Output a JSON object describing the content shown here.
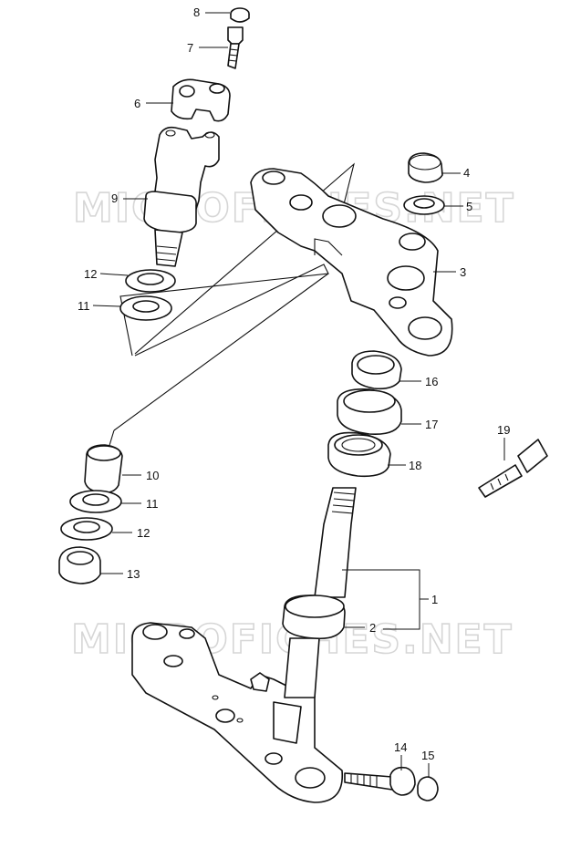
{
  "diagram": {
    "watermark_top": "MICROFICHES.NET",
    "watermark_bottom": "MICROFICHES.NET",
    "callouts": [
      {
        "id": "c8",
        "text": "8"
      },
      {
        "id": "c7",
        "text": "7"
      },
      {
        "id": "c6",
        "text": "6"
      },
      {
        "id": "c9",
        "text": "9"
      },
      {
        "id": "c12a",
        "text": "12"
      },
      {
        "id": "c11a",
        "text": "11"
      },
      {
        "id": "c4",
        "text": "4"
      },
      {
        "id": "c5",
        "text": "5"
      },
      {
        "id": "c3",
        "text": "3"
      },
      {
        "id": "c16",
        "text": "16"
      },
      {
        "id": "c17",
        "text": "17"
      },
      {
        "id": "c18",
        "text": "18"
      },
      {
        "id": "c19",
        "text": "19"
      },
      {
        "id": "c10",
        "text": "10"
      },
      {
        "id": "c11b",
        "text": "11"
      },
      {
        "id": "c12b",
        "text": "12"
      },
      {
        "id": "c13",
        "text": "13"
      },
      {
        "id": "c1",
        "text": "1"
      },
      {
        "id": "c2",
        "text": "2"
      },
      {
        "id": "c14",
        "text": "14"
      },
      {
        "id": "c15",
        "text": "15"
      }
    ]
  }
}
